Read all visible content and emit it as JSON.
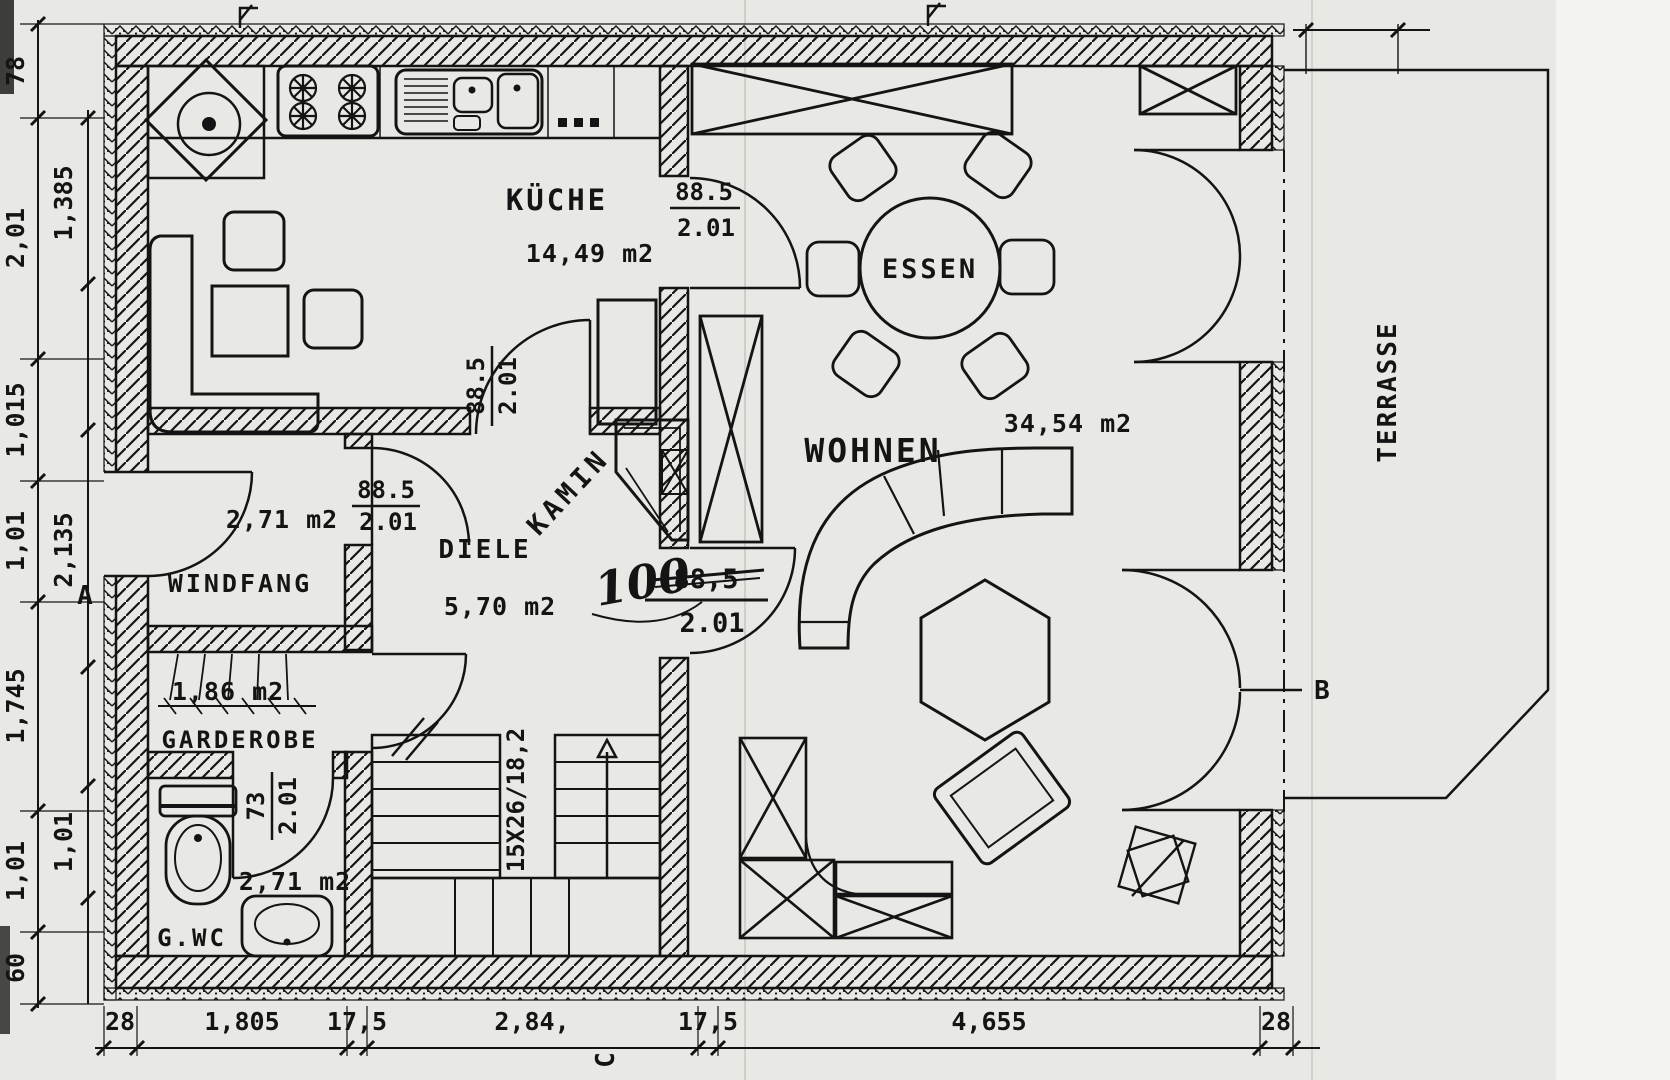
{
  "document": {
    "kind": "scanned architectural floor plan, ground floor"
  },
  "colors": {
    "paper": "#e8e8e4",
    "ink": "#141414"
  },
  "rooms": {
    "kueche": {
      "name": "KÜCHE",
      "area": "14,49 m2"
    },
    "essen": {
      "name": "ESSEN"
    },
    "wohnen": {
      "name": "WOHNEN",
      "area": "34,54 m2"
    },
    "diele": {
      "name": "DIELE",
      "area": "5,70 m2"
    },
    "windfang": {
      "name": "WINDFANG",
      "area": "2,71 m2"
    },
    "garderobe": {
      "name": "GARDEROBE",
      "area": "1,86 m2"
    },
    "gwc": {
      "name": "G.WC",
      "area": "2,71 m2"
    },
    "terrasse": {
      "name": "TERRASSE"
    },
    "kamin": {
      "name": "KAMIN"
    }
  },
  "doors": {
    "kueche": {
      "w": "88.5",
      "h": "2.01"
    },
    "kueche_diele": {
      "w": "88.5",
      "h": "2.01"
    },
    "windfang": {
      "w": "88.5",
      "h": "2.01"
    },
    "gwc": {
      "w": "73",
      "h": "2.01"
    },
    "wohnen": {
      "struck": "88,5",
      "hand": "100",
      "h": "2.01"
    }
  },
  "stairs": {
    "label": "15X26/18,2"
  },
  "markers": {
    "a": "A",
    "b": "B",
    "c": "C"
  },
  "dims": {
    "bottom": [
      "28",
      "1,805",
      "17,5",
      "2,84,",
      "17,5",
      "4,655",
      "28"
    ],
    "left_outer": [
      "78",
      "2,01",
      "1,015",
      "1,01",
      "1,745",
      "1,01",
      "60"
    ],
    "left_inner": [
      "1,385",
      "2,135",
      "1,01"
    ]
  }
}
